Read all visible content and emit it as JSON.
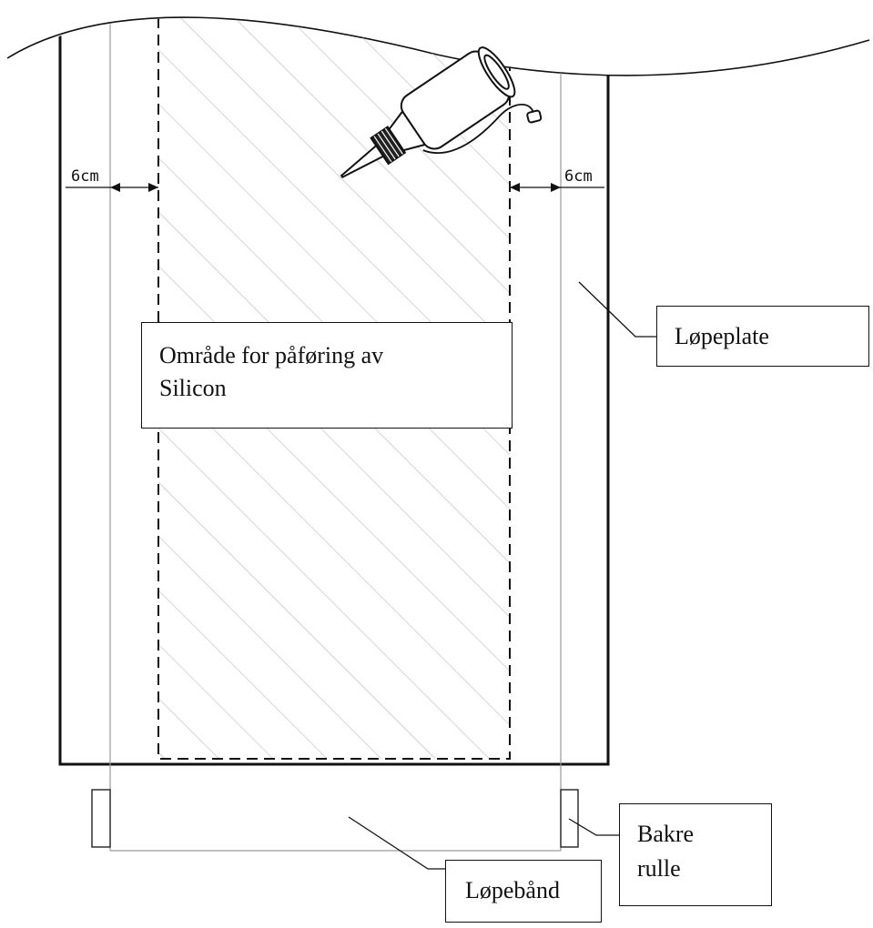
{
  "dimensions": {
    "left_gap": "6cm",
    "right_gap": "6cm"
  },
  "labels": {
    "application_area_line1": "Område for påføring av",
    "application_area_line2": "Silicon",
    "running_plate": "Løpeplate",
    "rear_roller_line1": "Bakre",
    "rear_roller_line2": "rulle",
    "running_belt": "Løpebånd"
  },
  "icons": {
    "applicator": "silicone-bottle-icon"
  },
  "colors": {
    "line": "#111111",
    "hatch": "#c9b9c3",
    "belt": "#9a9a9a"
  }
}
